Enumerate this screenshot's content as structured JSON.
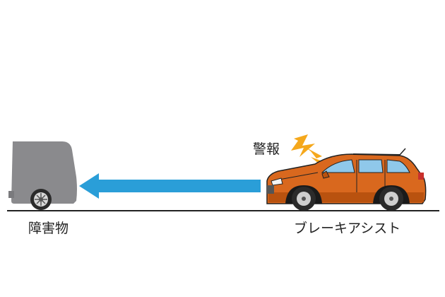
{
  "labels": {
    "obstacle": "障害物",
    "system": "ブレーキアシスト",
    "warning": "警報"
  },
  "colors": {
    "obstacle_body": "#8a8a8d",
    "car_body": "#d9681e",
    "car_body_shade": "#b9520f",
    "arrow": "#2a9ed8",
    "lightning": "#f5a81c",
    "ground": "#222222"
  }
}
